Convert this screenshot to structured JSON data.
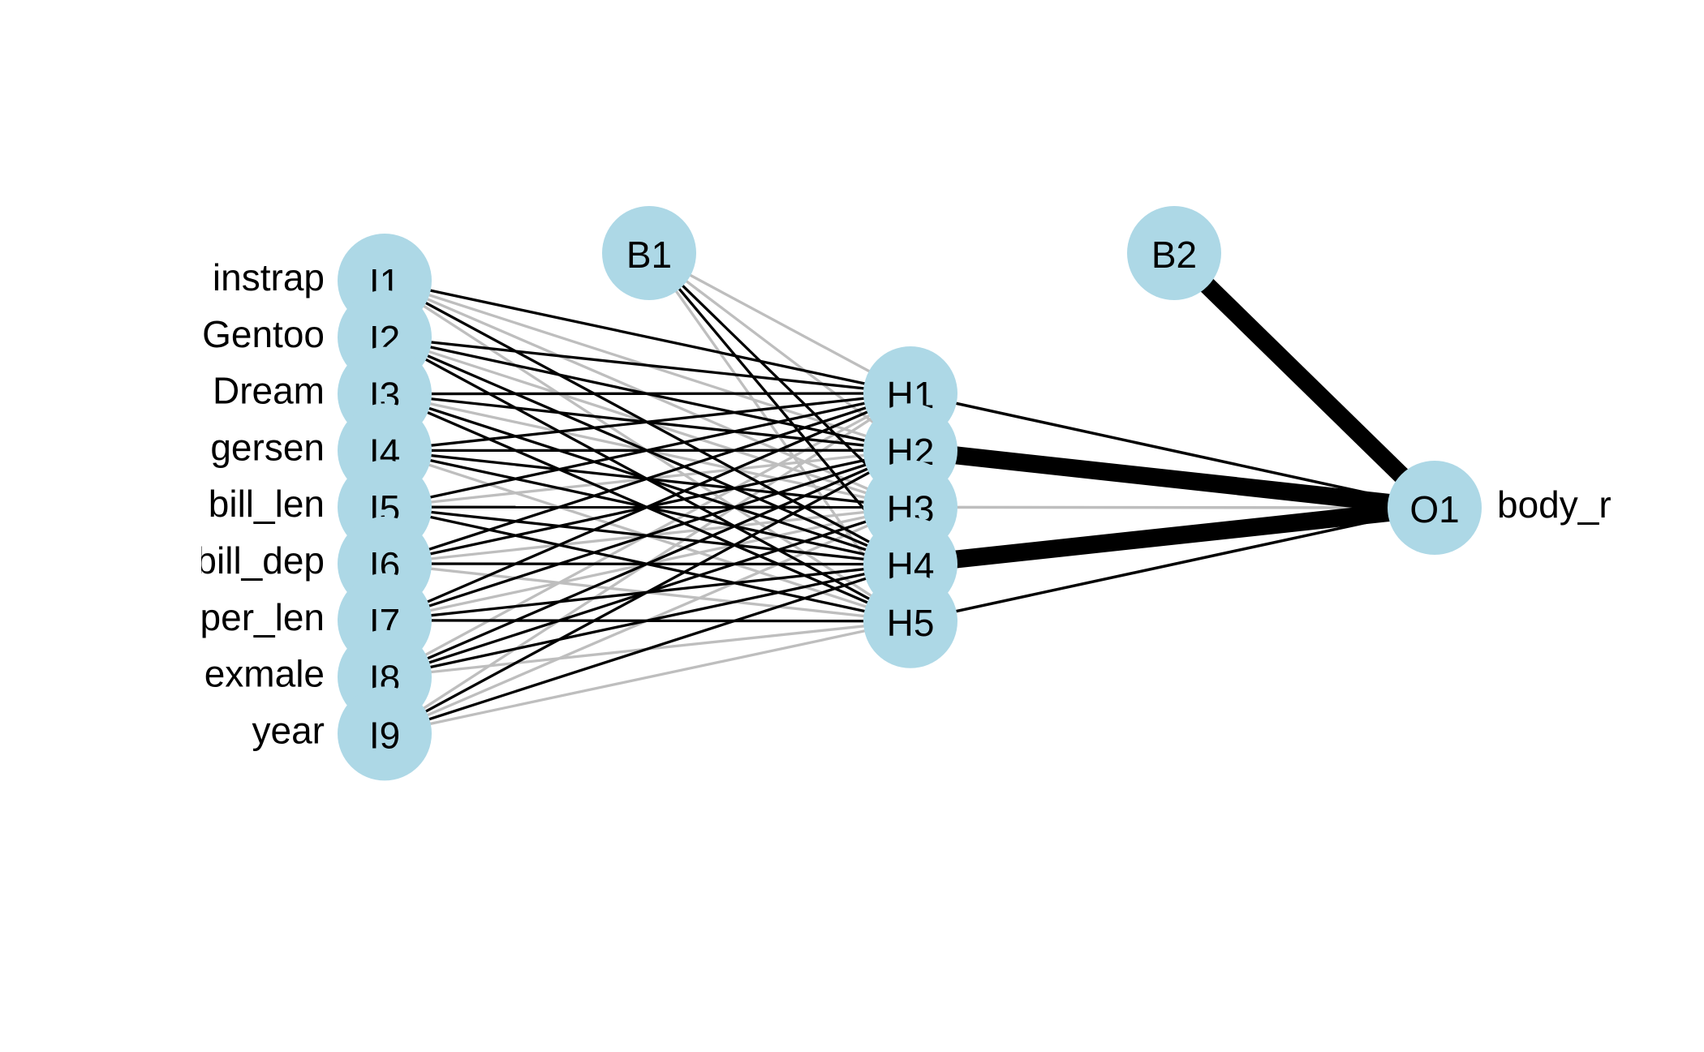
{
  "diagram": {
    "type": "neural-network",
    "colors": {
      "node_fill": "#add8e6",
      "positive_edge": "#000000",
      "negative_edge": "#bebebe",
      "text": "#000000",
      "background": "#ffffff"
    },
    "input_nodes": [
      {
        "id": "I1",
        "variable": "instrap"
      },
      {
        "id": "I2",
        "variable": "Gentoo"
      },
      {
        "id": "I3",
        "variable": "Dream"
      },
      {
        "id": "I4",
        "variable": "gersen"
      },
      {
        "id": "I5",
        "variable": "bill_len"
      },
      {
        "id": "I6",
        "variable": "bill_dep"
      },
      {
        "id": "I7",
        "variable": "per_len"
      },
      {
        "id": "I8",
        "variable": "exmale"
      },
      {
        "id": "I9",
        "variable": "year"
      }
    ],
    "hidden_nodes": [
      {
        "id": "H1"
      },
      {
        "id": "H2"
      },
      {
        "id": "H3"
      },
      {
        "id": "H4"
      },
      {
        "id": "H5"
      }
    ],
    "bias_nodes": [
      {
        "id": "B1",
        "layer": "hidden"
      },
      {
        "id": "B2",
        "layer": "output"
      }
    ],
    "output_nodes": [
      {
        "id": "O1",
        "variable": "body_r"
      }
    ],
    "edges": [
      {
        "from": "I1",
        "to": "H1",
        "sign": "positive",
        "strength": "weak"
      },
      {
        "from": "I1",
        "to": "H2",
        "sign": "negative",
        "strength": "weak"
      },
      {
        "from": "I1",
        "to": "H3",
        "sign": "negative",
        "strength": "weak"
      },
      {
        "from": "I1",
        "to": "H4",
        "sign": "positive",
        "strength": "weak"
      },
      {
        "from": "I1",
        "to": "H5",
        "sign": "negative",
        "strength": "weak"
      },
      {
        "from": "I2",
        "to": "H1",
        "sign": "positive",
        "strength": "weak"
      },
      {
        "from": "I2",
        "to": "H2",
        "sign": "positive",
        "strength": "weak"
      },
      {
        "from": "I2",
        "to": "H3",
        "sign": "negative",
        "strength": "weak"
      },
      {
        "from": "I2",
        "to": "H4",
        "sign": "positive",
        "strength": "weak"
      },
      {
        "from": "I2",
        "to": "H5",
        "sign": "positive",
        "strength": "weak"
      },
      {
        "from": "I3",
        "to": "H1",
        "sign": "positive",
        "strength": "weak"
      },
      {
        "from": "I3",
        "to": "H2",
        "sign": "positive",
        "strength": "weak"
      },
      {
        "from": "I3",
        "to": "H3",
        "sign": "negative",
        "strength": "weak"
      },
      {
        "from": "I3",
        "to": "H4",
        "sign": "positive",
        "strength": "weak"
      },
      {
        "from": "I3",
        "to": "H5",
        "sign": "positive",
        "strength": "weak"
      },
      {
        "from": "I4",
        "to": "H1",
        "sign": "positive",
        "strength": "weak"
      },
      {
        "from": "I4",
        "to": "H2",
        "sign": "positive",
        "strength": "weak"
      },
      {
        "from": "I4",
        "to": "H3",
        "sign": "positive",
        "strength": "weak"
      },
      {
        "from": "I4",
        "to": "H4",
        "sign": "positive",
        "strength": "weak"
      },
      {
        "from": "I4",
        "to": "H5",
        "sign": "negative",
        "strength": "weak"
      },
      {
        "from": "I5",
        "to": "H1",
        "sign": "positive",
        "strength": "weak"
      },
      {
        "from": "I5",
        "to": "H2",
        "sign": "negative",
        "strength": "weak"
      },
      {
        "from": "I5",
        "to": "H3",
        "sign": "positive",
        "strength": "weak"
      },
      {
        "from": "I5",
        "to": "H4",
        "sign": "positive",
        "strength": "weak"
      },
      {
        "from": "I5",
        "to": "H5",
        "sign": "positive",
        "strength": "weak"
      },
      {
        "from": "I6",
        "to": "H1",
        "sign": "positive",
        "strength": "weak"
      },
      {
        "from": "I6",
        "to": "H2",
        "sign": "positive",
        "strength": "weak"
      },
      {
        "from": "I6",
        "to": "H3",
        "sign": "negative",
        "strength": "weak"
      },
      {
        "from": "I6",
        "to": "H4",
        "sign": "positive",
        "strength": "weak"
      },
      {
        "from": "I6",
        "to": "H5",
        "sign": "negative",
        "strength": "weak"
      },
      {
        "from": "I7",
        "to": "H1",
        "sign": "positive",
        "strength": "weak"
      },
      {
        "from": "I7",
        "to": "H2",
        "sign": "positive",
        "strength": "weak"
      },
      {
        "from": "I7",
        "to": "H3",
        "sign": "negative",
        "strength": "weak"
      },
      {
        "from": "I7",
        "to": "H4",
        "sign": "positive",
        "strength": "weak"
      },
      {
        "from": "I7",
        "to": "H5",
        "sign": "positive",
        "strength": "weak"
      },
      {
        "from": "I8",
        "to": "H1",
        "sign": "negative",
        "strength": "weak"
      },
      {
        "from": "I8",
        "to": "H2",
        "sign": "positive",
        "strength": "weak"
      },
      {
        "from": "I8",
        "to": "H3",
        "sign": "positive",
        "strength": "weak"
      },
      {
        "from": "I8",
        "to": "H4",
        "sign": "positive",
        "strength": "weak"
      },
      {
        "from": "I8",
        "to": "H5",
        "sign": "negative",
        "strength": "weak"
      },
      {
        "from": "I9",
        "to": "H1",
        "sign": "negative",
        "strength": "weak"
      },
      {
        "from": "I9",
        "to": "H2",
        "sign": "positive",
        "strength": "weak"
      },
      {
        "from": "I9",
        "to": "H3",
        "sign": "negative",
        "strength": "weak"
      },
      {
        "from": "I9",
        "to": "H4",
        "sign": "positive",
        "strength": "weak"
      },
      {
        "from": "I9",
        "to": "H5",
        "sign": "negative",
        "strength": "weak"
      },
      {
        "from": "B1",
        "to": "H1",
        "sign": "negative",
        "strength": "weak"
      },
      {
        "from": "B1",
        "to": "H2",
        "sign": "negative",
        "strength": "weak"
      },
      {
        "from": "B1",
        "to": "H3",
        "sign": "positive",
        "strength": "weak"
      },
      {
        "from": "B1",
        "to": "H4",
        "sign": "positive",
        "strength": "weak"
      },
      {
        "from": "B1",
        "to": "H5",
        "sign": "negative",
        "strength": "weak"
      },
      {
        "from": "H1",
        "to": "O1",
        "sign": "positive",
        "strength": "weak"
      },
      {
        "from": "H2",
        "to": "O1",
        "sign": "positive",
        "strength": "strong"
      },
      {
        "from": "H3",
        "to": "O1",
        "sign": "negative",
        "strength": "weak"
      },
      {
        "from": "H4",
        "to": "O1",
        "sign": "positive",
        "strength": "strong"
      },
      {
        "from": "H5",
        "to": "O1",
        "sign": "positive",
        "strength": "weak"
      },
      {
        "from": "B2",
        "to": "O1",
        "sign": "positive",
        "strength": "strong"
      }
    ]
  }
}
